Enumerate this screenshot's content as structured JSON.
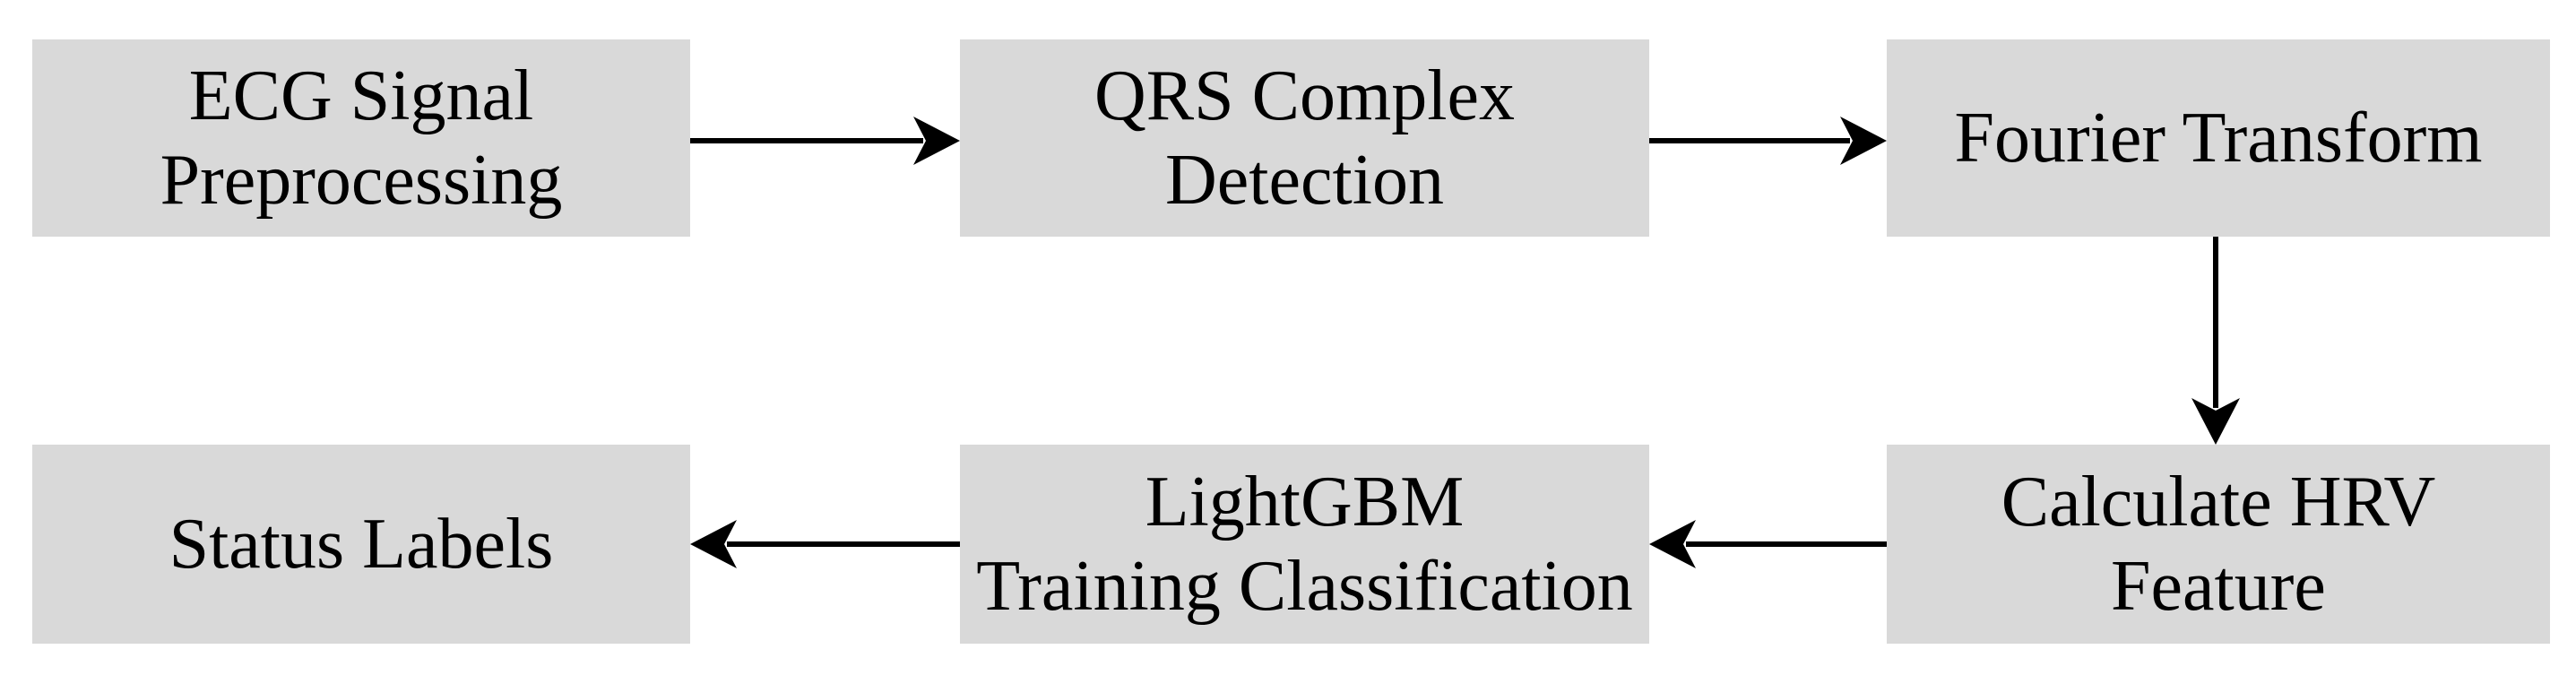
{
  "diagram": {
    "title": "ECG HRV LightGBM processing pipeline flowchart",
    "background_color": "#ffffff",
    "node_fill_color": "#d9d9d9",
    "text_color": "#000000",
    "arrow_color": "#000000",
    "nodes": [
      {
        "id": "ecg",
        "label": "ECG Signal Preprocessing",
        "lines": [
          "ECG Signal",
          "Preprocessing"
        ]
      },
      {
        "id": "qrs",
        "label": "QRS Complex Detection",
        "lines": [
          "QRS Complex",
          "Detection"
        ]
      },
      {
        "id": "fourier",
        "label": "Fourier Transform",
        "lines": [
          "Fourier Transform"
        ]
      },
      {
        "id": "hrv",
        "label": "Calculate HRV Feature",
        "lines": [
          "Calculate HRV",
          "Feature"
        ]
      },
      {
        "id": "lightgbm",
        "label": "LightGBM Training Classification",
        "lines": [
          "LightGBM",
          "Training Classification"
        ]
      },
      {
        "id": "status",
        "label": "Status Labels",
        "lines": [
          "Status Labels"
        ]
      }
    ],
    "edges": [
      {
        "from": "ecg",
        "to": "qrs",
        "direction": "right"
      },
      {
        "from": "qrs",
        "to": "fourier",
        "direction": "right"
      },
      {
        "from": "fourier",
        "to": "hrv",
        "direction": "down"
      },
      {
        "from": "hrv",
        "to": "lightgbm",
        "direction": "left"
      },
      {
        "from": "lightgbm",
        "to": "status",
        "direction": "left"
      }
    ]
  }
}
